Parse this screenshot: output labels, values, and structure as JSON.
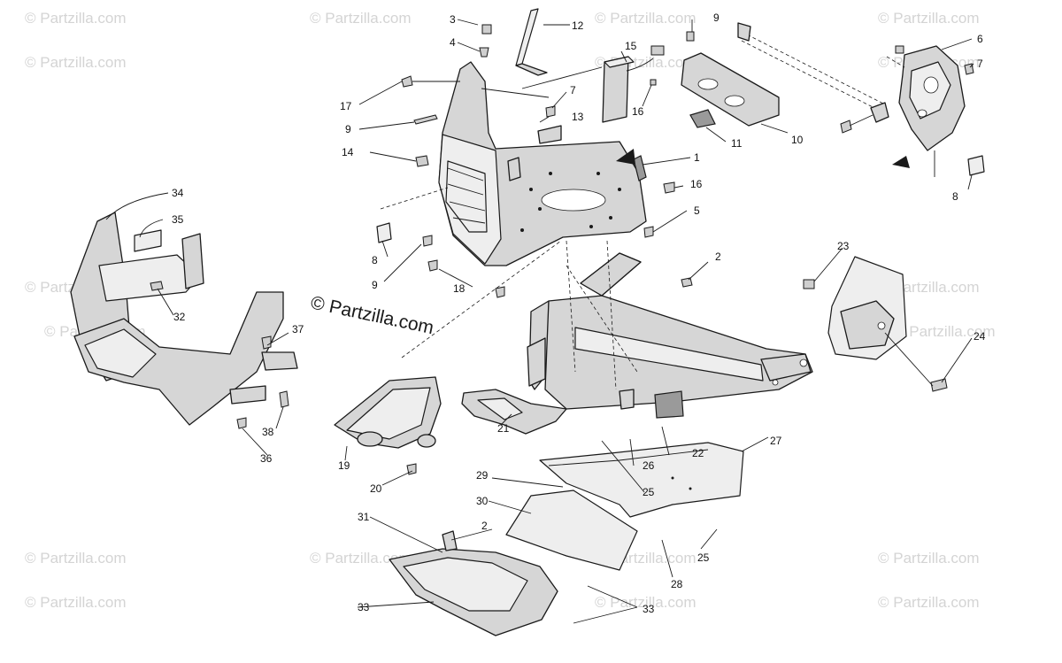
{
  "watermark": {
    "text": "© Partzilla.com",
    "main_text": "© Partzilla.com"
  },
  "callouts": {
    "c1": "1",
    "c2a": "2",
    "c2b": "2",
    "c3": "3",
    "c4": "4",
    "c5": "5",
    "c6": "6",
    "c7a": "7",
    "c7b": "7",
    "c8a": "8",
    "c8b": "8",
    "c9a": "9",
    "c9b": "9",
    "c9c": "9",
    "c10": "10",
    "c11": "11",
    "c12": "12",
    "c13": "13",
    "c14": "14",
    "c15": "15",
    "c16a": "16",
    "c16b": "16",
    "c17": "17",
    "c18": "18",
    "c19": "19",
    "c20": "20",
    "c21": "21",
    "c22": "22",
    "c23": "23",
    "c24": "24",
    "c25a": "25",
    "c25b": "25",
    "c26": "26",
    "c27": "27",
    "c28": "28",
    "c29": "29",
    "c30": "30",
    "c31": "31",
    "c32": "32",
    "c33a": "33",
    "c33b": "33",
    "c34": "34",
    "c35": "35",
    "c36": "36",
    "c37": "37",
    "c38": "38"
  }
}
